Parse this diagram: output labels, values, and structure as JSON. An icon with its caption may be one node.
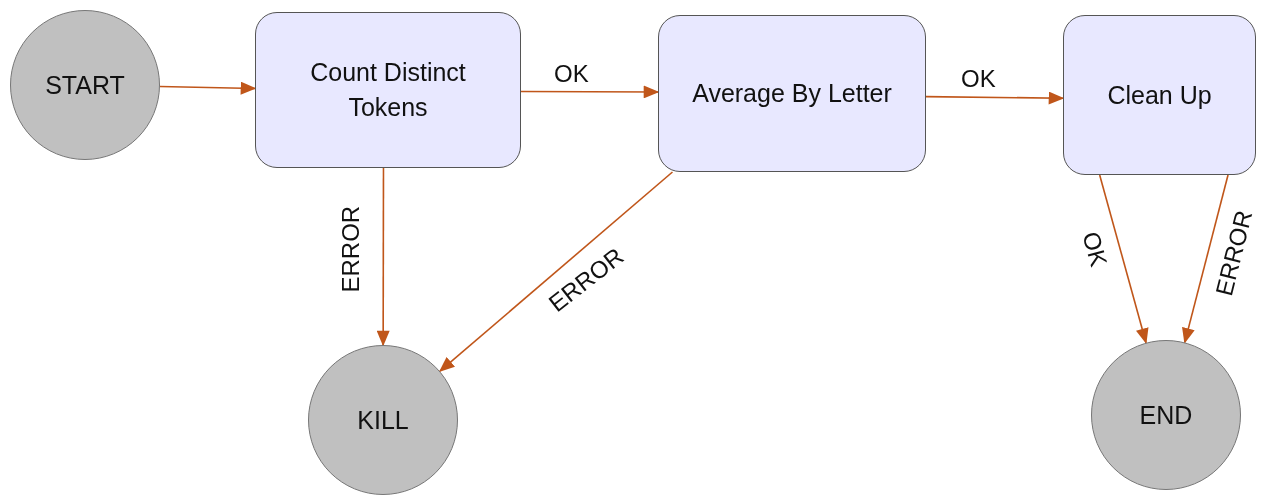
{
  "diagram": {
    "nodes": [
      {
        "text": [
          "START"
        ]
      },
      {
        "text": [
          "Count Distinct Tokens"
        ]
      },
      {
        "text": [
          "Average By Letter"
        ]
      },
      {
        "text": [
          "Clean Up"
        ]
      },
      {
        "text": [
          "KILL"
        ]
      },
      {
        "text": [
          "END"
        ]
      }
    ],
    "edges": [
      {
        "from": 0,
        "to": 1,
        "arrow": "to"
      },
      {
        "from": 1,
        "to": 2,
        "arrow": "to",
        "label": "OK"
      },
      {
        "from": 2,
        "to": 3,
        "arrow": "to",
        "label": "OK"
      },
      {
        "from": 1,
        "to": 4,
        "arrow": "to",
        "label": "ERROR"
      },
      {
        "from": 2,
        "to": 4,
        "arrow": "to",
        "label": "ERROR"
      },
      {
        "from": 3,
        "to": 5,
        "arrow": "to",
        "label": "OK"
      },
      {
        "from": 3,
        "to": 5,
        "arrow": "to",
        "label": "ERROR"
      }
    ]
  }
}
